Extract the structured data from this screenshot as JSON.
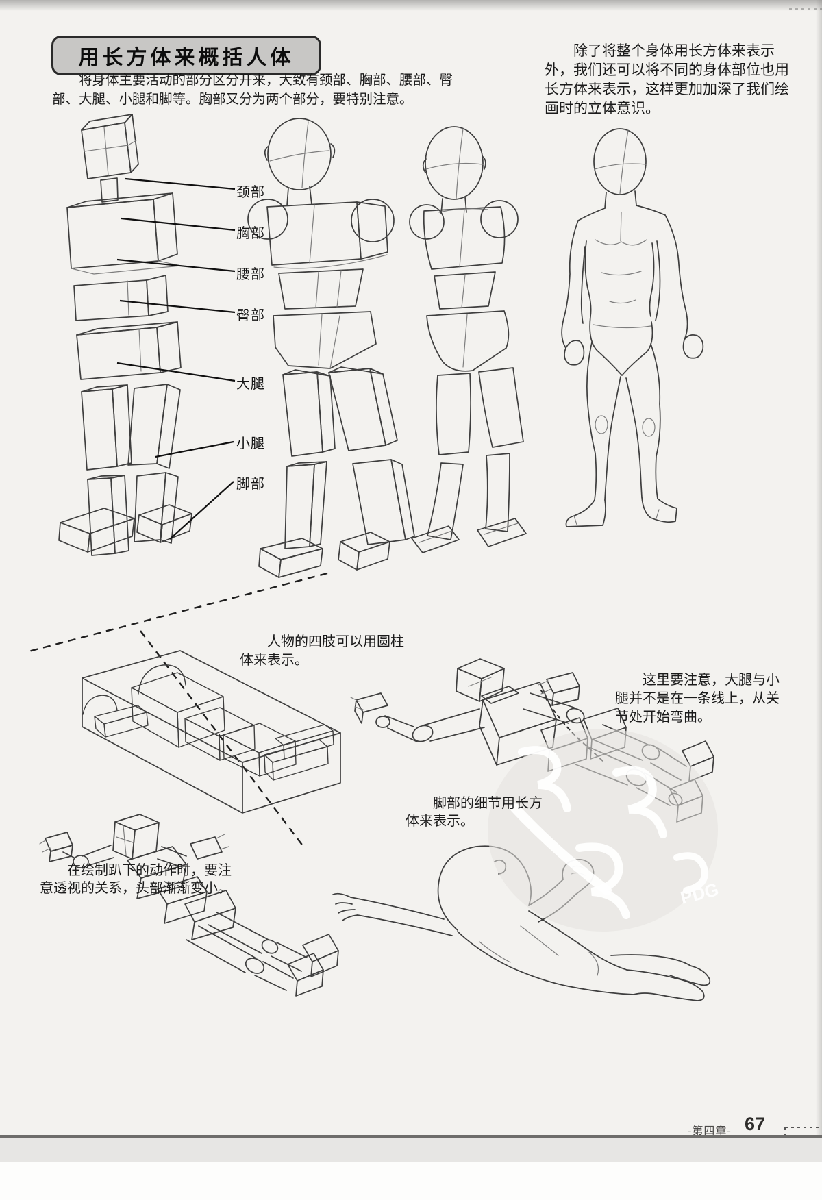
{
  "page": {
    "header": {
      "title": "用长方体来概括人体"
    },
    "paragraphs": {
      "intro": "将身体主要活动的部分区分开来，大致有颈部、胸部、腰部、臀\n部、大腿、小腿和脚等。胸部又分为两个部分，要特别注意。",
      "box_parts_note": "除了将整个身体用长方体来表示\n外，我们还可以将不同的身体部位也用\n长方体来表示，这样更加加深了我们绘\n画时的立体意识。"
    },
    "body_part_labels": [
      {
        "id": "neck",
        "text": "颈部"
      },
      {
        "id": "chest",
        "text": "胸部"
      },
      {
        "id": "waist",
        "text": "腰部"
      },
      {
        "id": "hip",
        "text": "臀部"
      },
      {
        "id": "thigh",
        "text": "大腿"
      },
      {
        "id": "calf",
        "text": "小腿"
      },
      {
        "id": "foot",
        "text": "脚部"
      }
    ],
    "annotations": {
      "cylinder_note": "人物的四肢可以用圆柱\n体来表示。",
      "knee_note": "这里要注意，大腿与小\n腿并不是在一条线上，从关\n节处开始弯曲。",
      "foot_detail_note": "脚部的细节用长方\n体来表示。",
      "prone_note": "在绘制趴下的动作时，要注\n意透视的关系，头部渐渐变小。"
    },
    "footer": {
      "chapter": "-第四章-",
      "page_number": "67"
    },
    "watermark": {
      "label": "PDG"
    }
  },
  "colors": {
    "page_bg": "#f3f2ef",
    "title_box_bg": "#c8c7c5",
    "ink": "#1c1c1c",
    "line_art": "#3e3e3e"
  }
}
